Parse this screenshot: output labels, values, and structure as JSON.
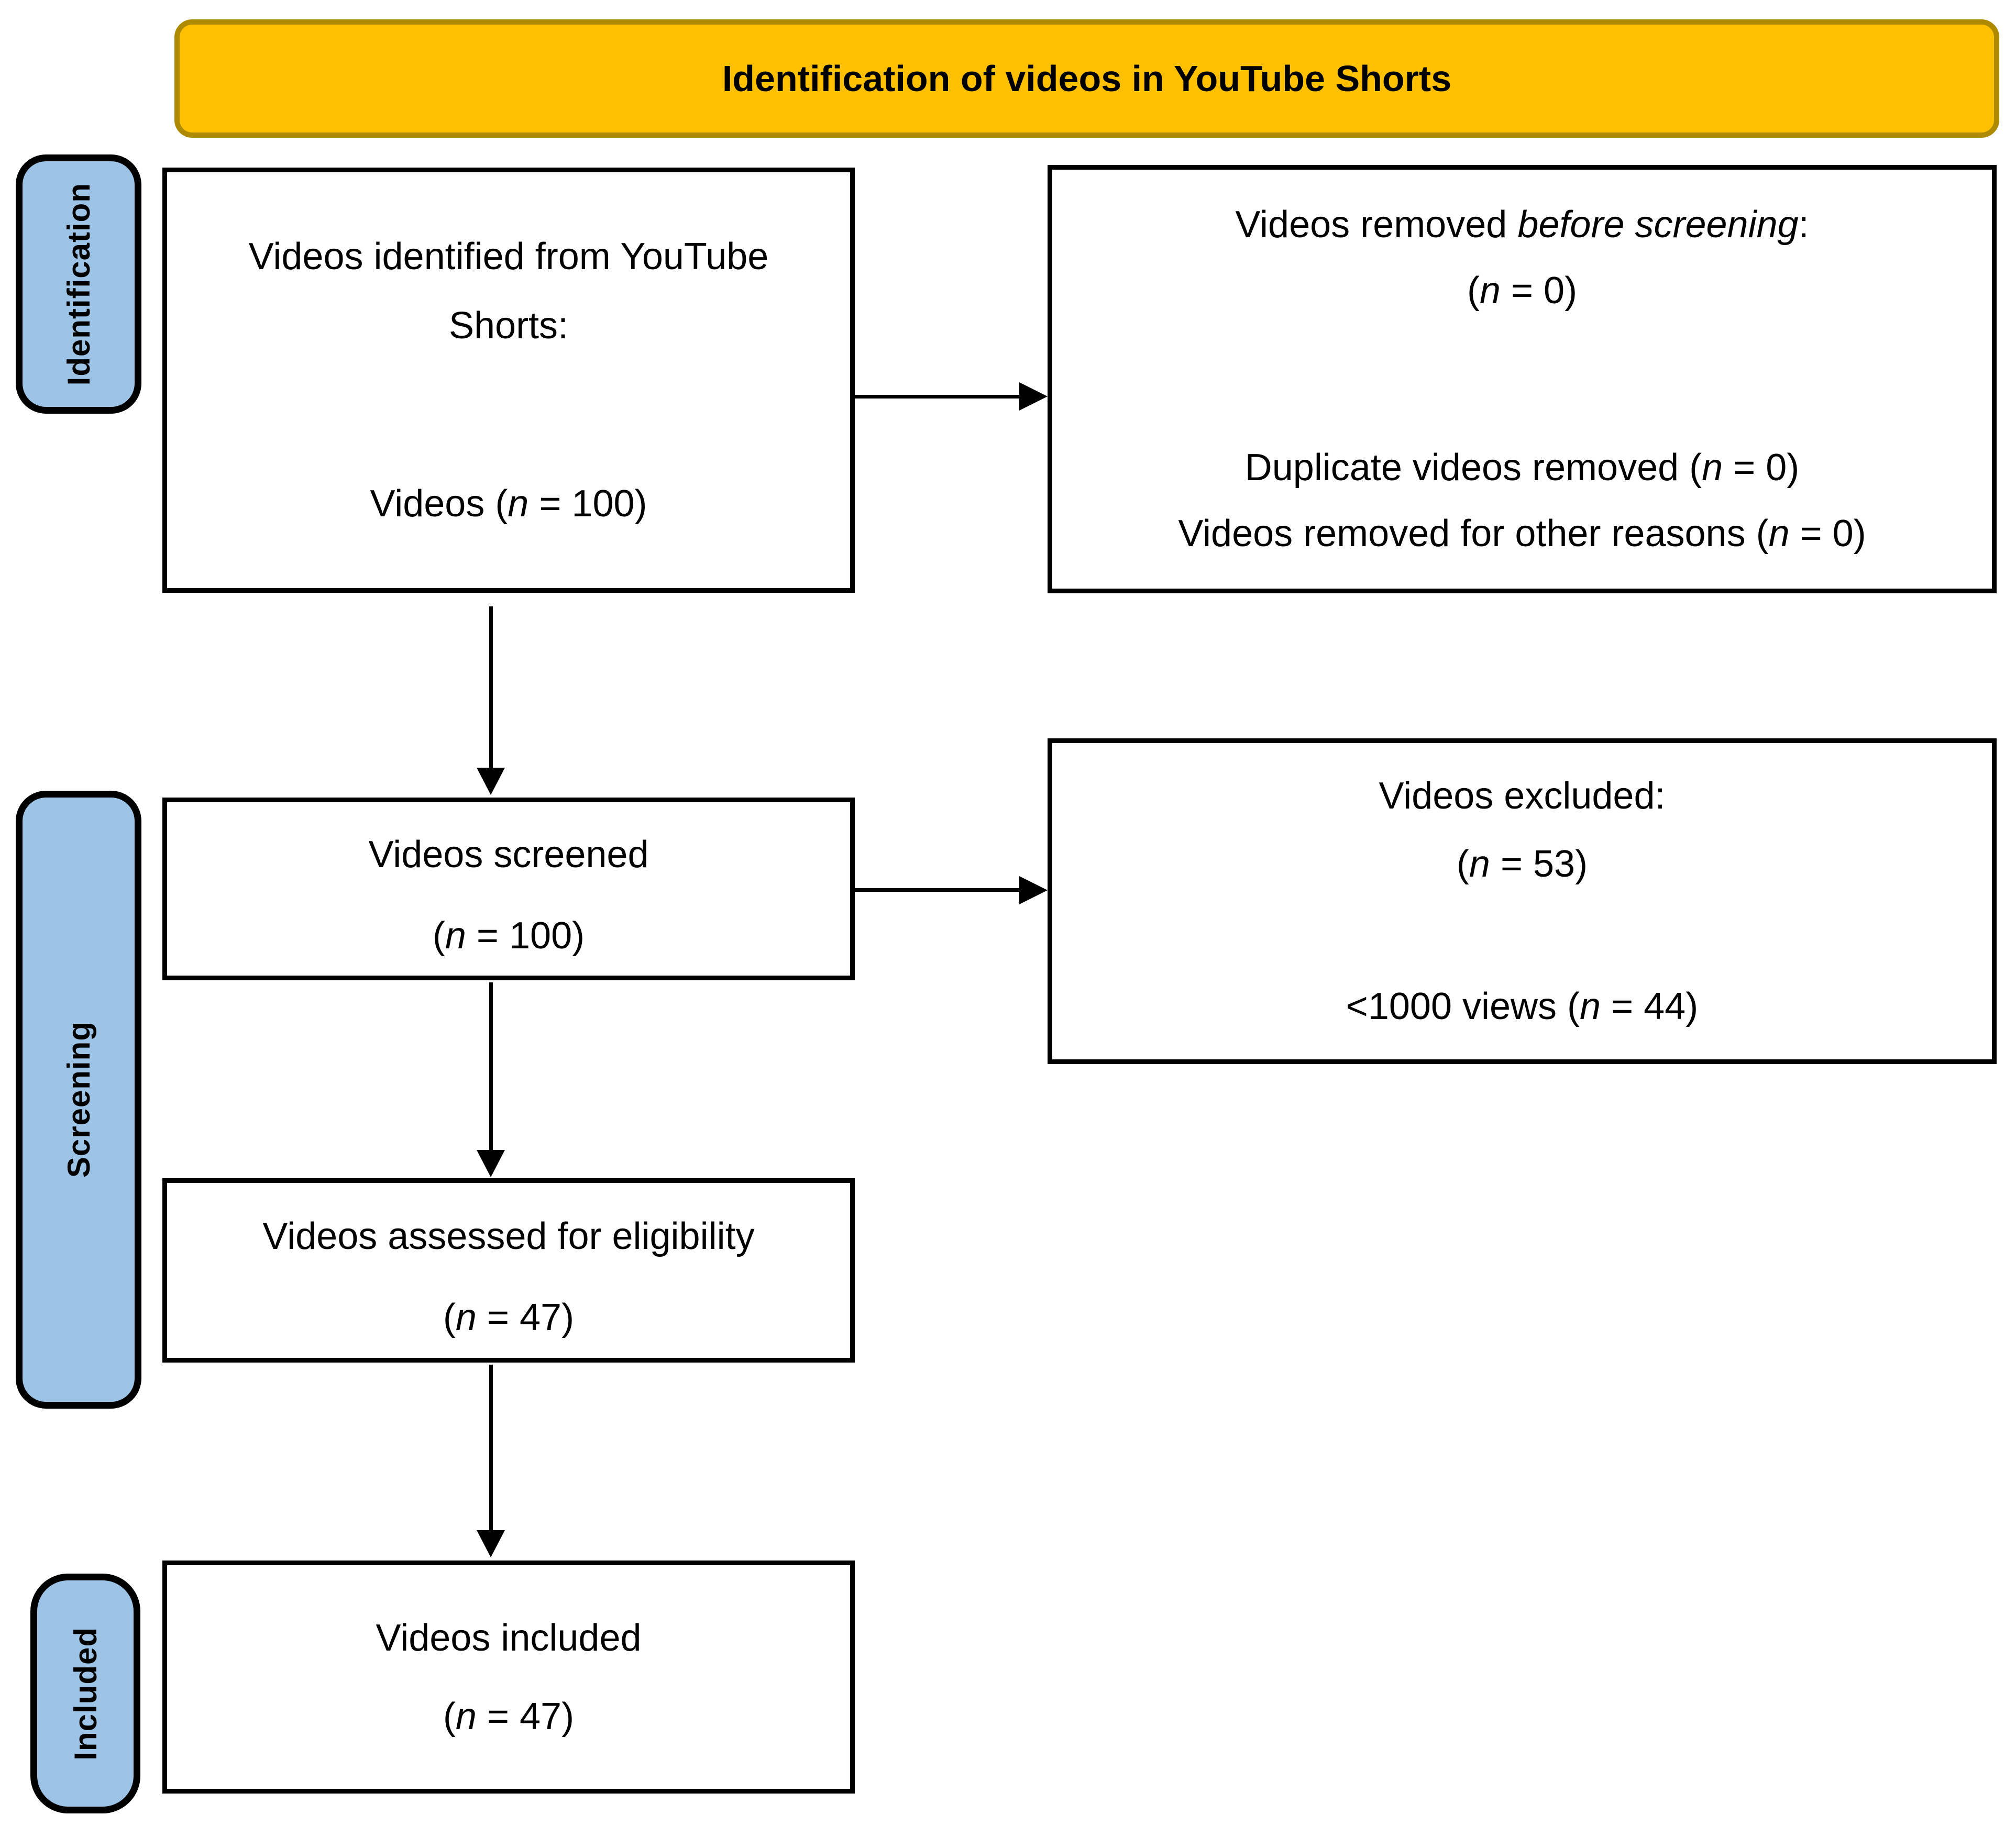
{
  "banner": {
    "title": "Identification of videos in YouTube Shorts"
  },
  "colors": {
    "banner_fill": "#FFC000",
    "banner_border": "#AE8A00",
    "stage_fill": "#9DC3E6",
    "line_color": "#000000"
  },
  "stages": {
    "identification": "Identification",
    "screening": "Screening",
    "included": "Included"
  },
  "boxes": {
    "identified": {
      "line1": "Videos identified from YouTube",
      "line2": "Shorts:",
      "count": {
        "pre": "Videos (",
        "n": "n",
        "post": " = 100)"
      }
    },
    "removed": {
      "title": {
        "pre": "Videos removed ",
        "italic": "before screening",
        "post": ":"
      },
      "count": {
        "pre": "(",
        "n": "n",
        "post": " = 0)"
      },
      "detail1": {
        "pre": "Duplicate videos removed (",
        "n": "n",
        "post": " = 0)"
      },
      "detail2": {
        "pre": "Videos removed for other reasons (",
        "n": "n",
        "post": " = 0)"
      }
    },
    "screened": {
      "title": "Videos screened",
      "count": {
        "pre": "(",
        "n": "n",
        "post": " = 100)"
      }
    },
    "excluded": {
      "title": "Videos excluded:",
      "count": {
        "pre": "(",
        "n": "n",
        "post": " = 53)"
      },
      "detail1": {
        "pre": "<1000 views (",
        "n": "n",
        "post": " = 44)"
      }
    },
    "assessed": {
      "title": "Videos assessed for eligibility",
      "count": {
        "pre": "(",
        "n": "n",
        "post": " = 47)"
      }
    },
    "included": {
      "title": "Videos included",
      "count": {
        "pre": "(",
        "n": "n",
        "post": " = 47)"
      }
    }
  }
}
